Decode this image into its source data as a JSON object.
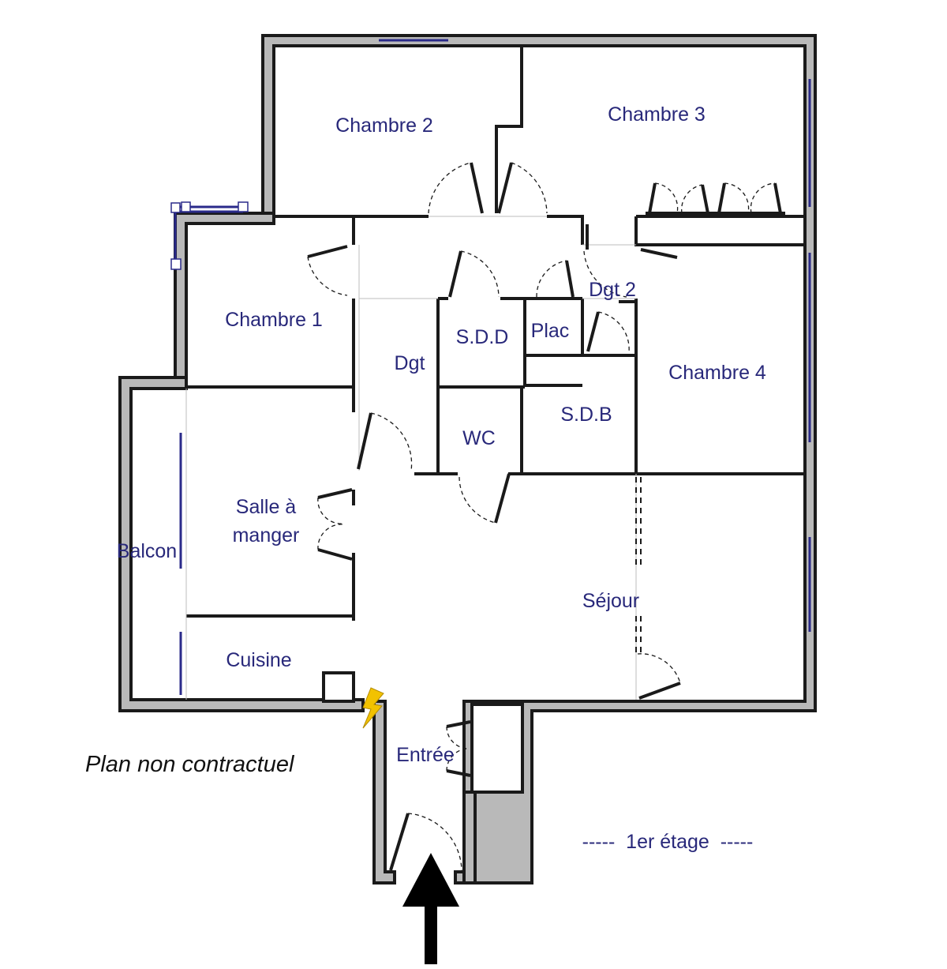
{
  "rooms": {
    "chambre2": "Chambre 2",
    "chambre3": "Chambre 3",
    "chambre1": "Chambre 1",
    "dgt": "Dgt",
    "sdd": "S.D.D",
    "plac": "Plac",
    "dgt2": "Dgt 2",
    "chambre4": "Chambre 4",
    "wc": "WC",
    "sdb": "S.D.B",
    "salle_line1": "Salle à",
    "salle_line2": "manger",
    "balcon": "Balcon",
    "sejour": "Séjour",
    "cuisine": "Cuisine",
    "entree": "Entrée"
  },
  "notes": {
    "disclaimer": "Plan non contractuel",
    "floor": "-----  1er étage  -----"
  },
  "colors": {
    "wall_fill": "#b9b9b9",
    "wall_stroke": "#1a1a1a",
    "label_color": "#28287a",
    "window_color": "#2a2a8a",
    "electric_panel_color": "#f2c200"
  },
  "icons": {
    "entrance": "arrow-up-icon",
    "electric_panel": "lightning-bolt-icon"
  }
}
